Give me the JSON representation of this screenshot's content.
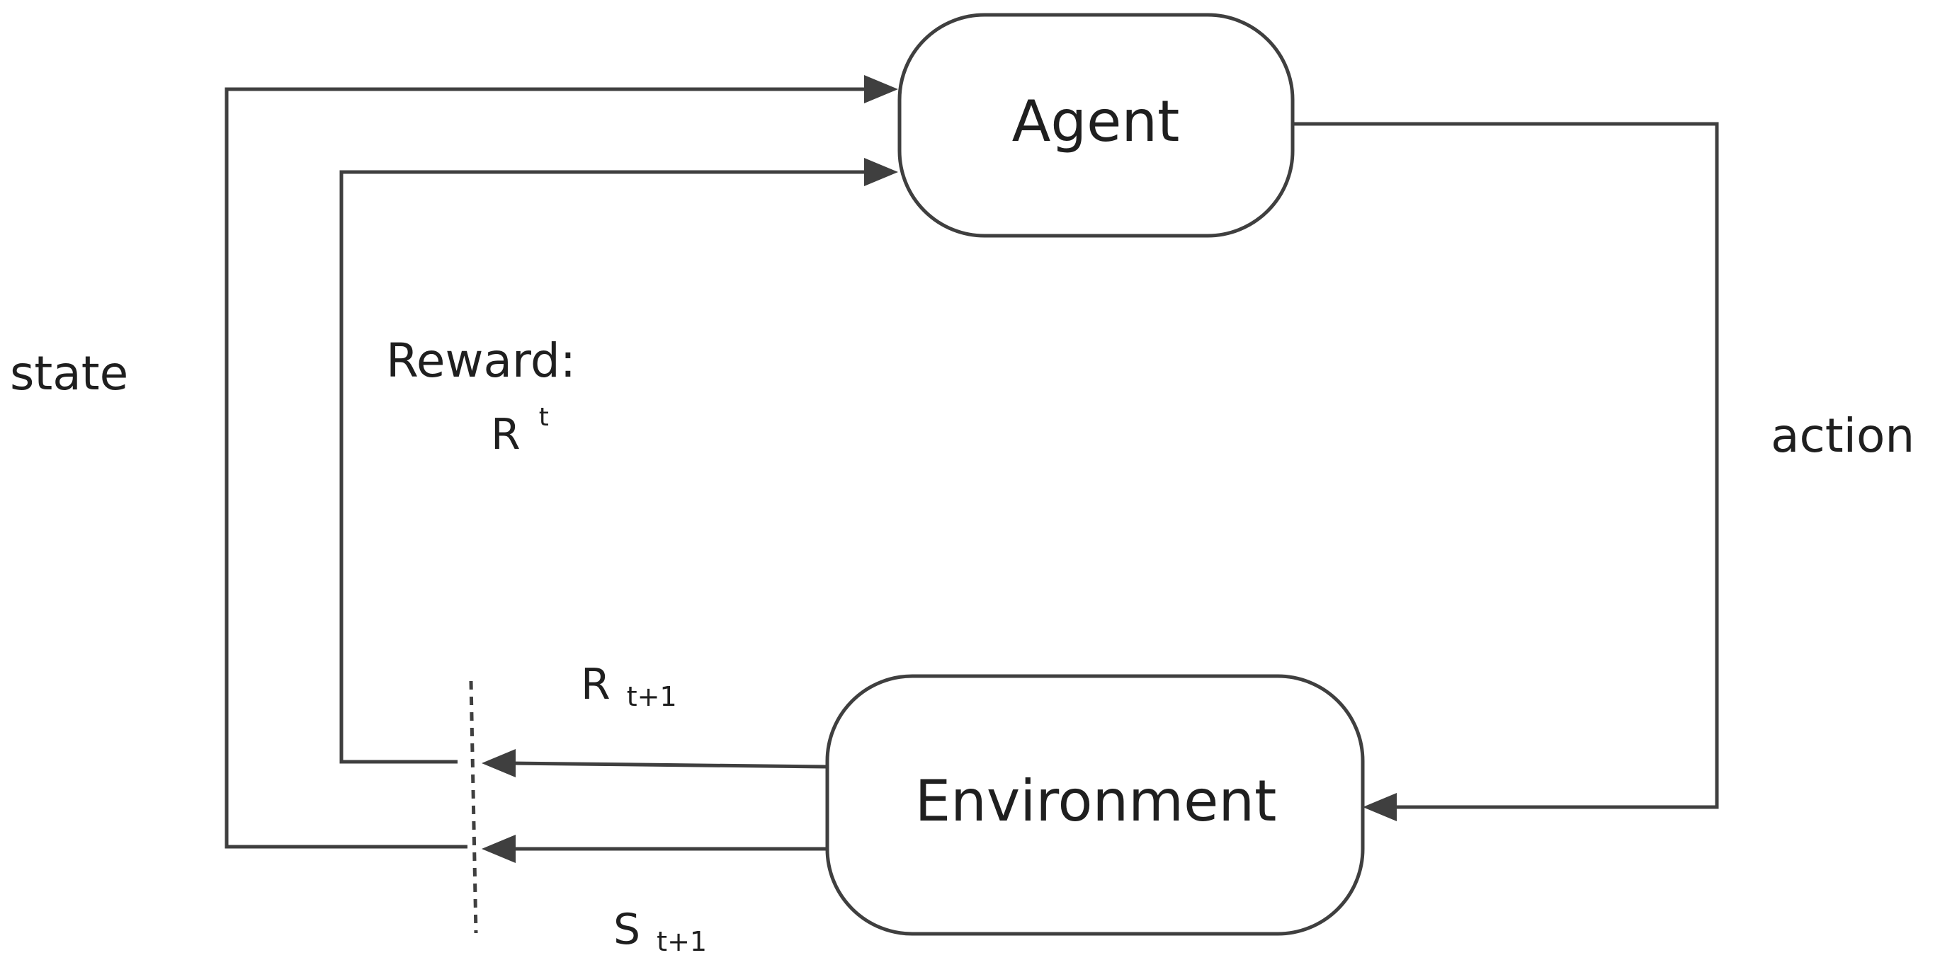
{
  "diagram": {
    "nodes": {
      "agent": {
        "label": "Agent"
      },
      "environment": {
        "label": "Environment"
      }
    },
    "labels": {
      "state": "state",
      "action": "action",
      "reward_title": "Reward:",
      "reward_base": "R",
      "reward_sup": "t",
      "r_next_base": "R",
      "r_next_sub": "t+1",
      "s_next_base": "S",
      "s_next_sub": "t+1"
    },
    "colors": {
      "stroke": "#3f3f3f",
      "text": "#1f1f1f",
      "background": "#ffffff"
    }
  }
}
